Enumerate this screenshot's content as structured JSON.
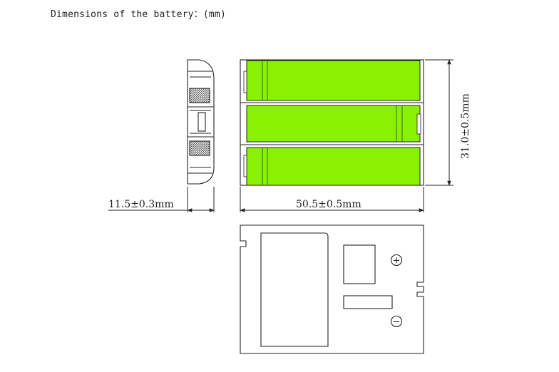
{
  "header": {
    "title": "Dimensions of the battery：(mm)"
  },
  "dimensions": {
    "thickness": "11.5±0.3mm",
    "width": "50.5±0.5mm",
    "height": "31.0±0.5mm"
  },
  "terminals": {
    "positive": "+",
    "negative": "−"
  },
  "colors": {
    "cell_fill": "#88f200",
    "line": "#222222",
    "hatch": "#555555"
  }
}
